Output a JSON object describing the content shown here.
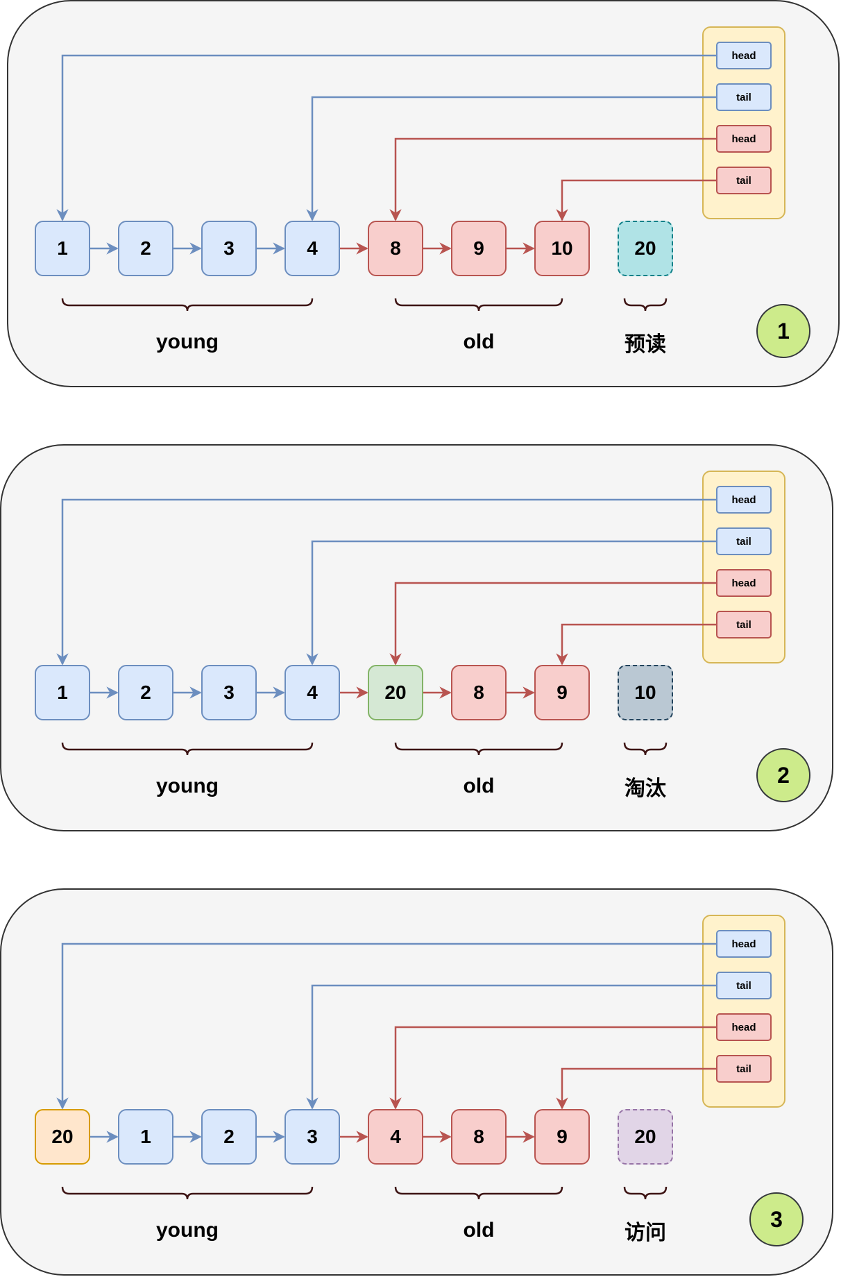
{
  "colors": {
    "young": "#6c8ebf",
    "old": "#b85450",
    "brace": "#3d1414"
  },
  "pointer_labels": [
    "head",
    "tail",
    "head",
    "tail"
  ],
  "panels": [
    {
      "step": "1",
      "nodes": [
        {
          "label": "1",
          "style": "blue"
        },
        {
          "label": "2",
          "style": "blue"
        },
        {
          "label": "3",
          "style": "blue"
        },
        {
          "label": "4",
          "style": "blue"
        },
        {
          "label": "8",
          "style": "red"
        },
        {
          "label": "9",
          "style": "red"
        },
        {
          "label": "10",
          "style": "red"
        }
      ],
      "extra_node": {
        "label": "20",
        "style": "teal"
      },
      "young_label": "young",
      "old_label": "old",
      "extra_label": "预读"
    },
    {
      "step": "2",
      "nodes": [
        {
          "label": "1",
          "style": "blue"
        },
        {
          "label": "2",
          "style": "blue"
        },
        {
          "label": "3",
          "style": "blue"
        },
        {
          "label": "4",
          "style": "blue"
        },
        {
          "label": "20",
          "style": "green"
        },
        {
          "label": "8",
          "style": "red"
        },
        {
          "label": "9",
          "style": "red"
        }
      ],
      "extra_node": {
        "label": "10",
        "style": "slate"
      },
      "young_label": "young",
      "old_label": "old",
      "extra_label": "淘汰"
    },
    {
      "step": "3",
      "nodes": [
        {
          "label": "20",
          "style": "orange"
        },
        {
          "label": "1",
          "style": "blue"
        },
        {
          "label": "2",
          "style": "blue"
        },
        {
          "label": "3",
          "style": "blue"
        },
        {
          "label": "4",
          "style": "red"
        },
        {
          "label": "8",
          "style": "red"
        },
        {
          "label": "9",
          "style": "red"
        }
      ],
      "extra_node": {
        "label": "20",
        "style": "purple"
      },
      "young_label": "young",
      "old_label": "old",
      "extra_label": "访问"
    }
  ]
}
